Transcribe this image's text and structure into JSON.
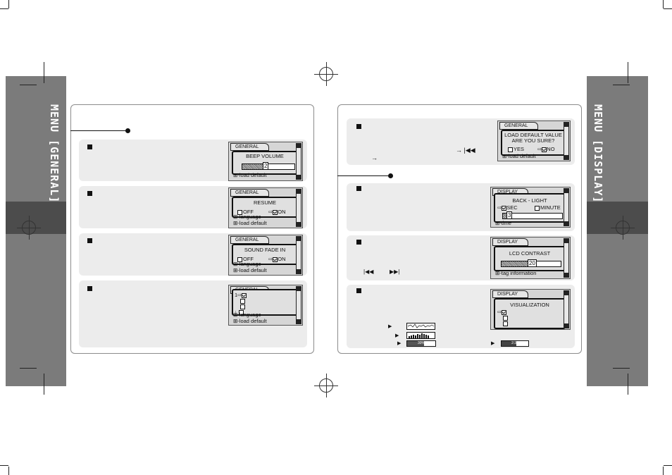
{
  "left_tab": {
    "title": "MENU [GENERAL]"
  },
  "right_tab": {
    "title": "MENU [DISPLAY]"
  },
  "general": {
    "beep_volume": {
      "header": "GENERAL",
      "title": "BEEP  VOLUME",
      "value": "2",
      "level_fraction": 0.45,
      "footer": "load default"
    },
    "resume": {
      "header": "GENERAL",
      "title": "RESUME",
      "off": "OFF",
      "on": "ON",
      "under1": "language",
      "footer": "load default"
    },
    "sound_fade_in": {
      "header": "GENERAL",
      "title": "SOUND FADE IN",
      "off": "OFF",
      "on": "ON",
      "under1": "language",
      "footer": "load default"
    },
    "fourth": {
      "header": "GENERAL",
      "under1": "language",
      "footer": "load default"
    }
  },
  "display": {
    "load_default": {
      "header": "GENERAL",
      "line1": "LOAD DEFAULT VALUE",
      "line2": "ARE YOU SURE?",
      "yes": "YES",
      "no": "NO",
      "footer": "load default",
      "note1": "→ |◀◀",
      "note2": "→"
    },
    "backlight": {
      "header": "DISPLAY",
      "title": "BACK - LIGHT",
      "sec": "SEC",
      "minute": "MINUTE",
      "value": "3",
      "level_fraction": 0.1,
      "footer": "time"
    },
    "lcd_contrast": {
      "header": "DISPLAY",
      "title": "LCD CONTRAST",
      "value": "20",
      "level_fraction": 0.45,
      "footer": "tag information",
      "nav_prev": "|◀◀",
      "nav_next": "▶▶|"
    },
    "visualization": {
      "header": "DISPLAY",
      "title": "VISUALIZATION",
      "bar1_label": "30%",
      "bar2_label": "2:30"
    }
  }
}
